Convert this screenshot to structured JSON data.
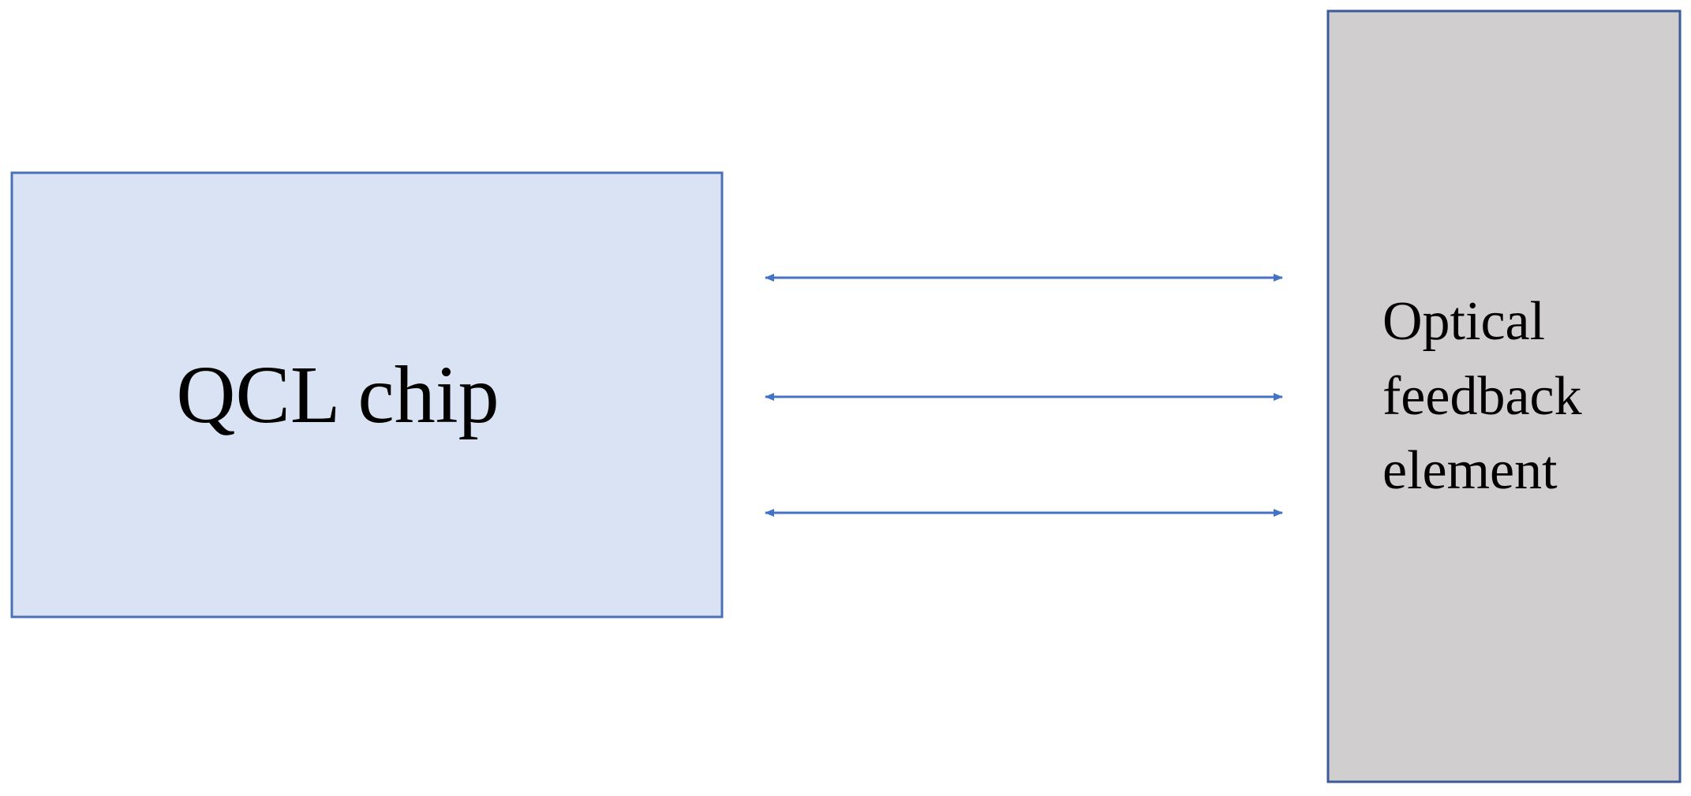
{
  "diagram": {
    "qcl_chip": {
      "label": "QCL chip",
      "fill": "#dae3f3",
      "stroke": "#4a70b8"
    },
    "feedback_element": {
      "label_lines": [
        "Optical",
        "feedback",
        "element"
      ],
      "fill": "#d0cece",
      "stroke": "#3d5a99"
    },
    "arrows": {
      "count": 3,
      "color": "#4472c4",
      "style": "double-headed"
    }
  }
}
